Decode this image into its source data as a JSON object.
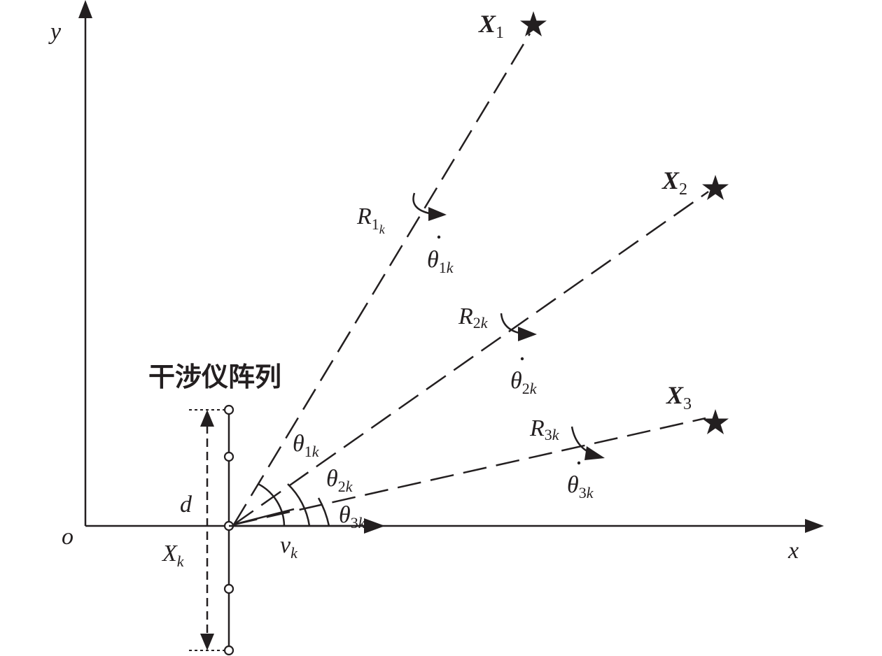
{
  "axes": {
    "x_label": "x",
    "y_label": "y",
    "origin_label": "o"
  },
  "array": {
    "title": "干涉仪阵列",
    "spacing_label": "d",
    "position_label_main": "X",
    "position_label_sub": "k",
    "velocity_label_main": "v",
    "velocity_label_sub": "k"
  },
  "targets": [
    {
      "name_main": "X",
      "name_sub": "1",
      "range_main": "R",
      "range_sub1": "1",
      "range_sub2": "k",
      "rate_main": "θ",
      "rate_sub1": "1",
      "rate_sub2": "k",
      "angle_main": "θ",
      "angle_sub1": "1",
      "angle_sub2": "k"
    },
    {
      "name_main": "X",
      "name_sub": "2",
      "range_main": "R",
      "range_sub1": "2",
      "range_sub2": "k",
      "rate_main": "θ",
      "rate_sub1": "2",
      "rate_sub2": "k",
      "angle_main": "θ",
      "angle_sub1": "2",
      "angle_sub2": "k"
    },
    {
      "name_main": "X",
      "name_sub": "3",
      "range_main": "R",
      "range_sub1": "3",
      "range_sub2": "k",
      "rate_main": "θ",
      "rate_sub1": "3",
      "rate_sub2": "k",
      "angle_main": "θ",
      "angle_sub1": "3",
      "angle_sub2": "k"
    }
  ],
  "target_icon": "star-icon",
  "element_icon": "circle-icon"
}
